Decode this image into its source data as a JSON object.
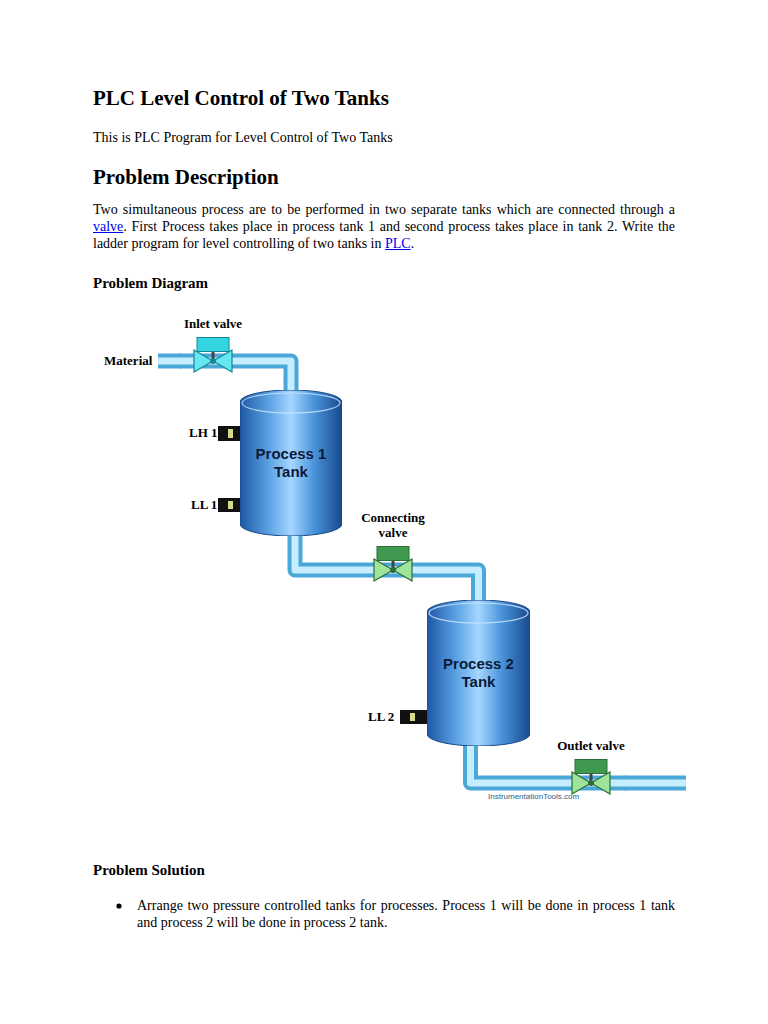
{
  "diagram": {
    "title": "PLC Level Control of Two Tanks",
    "nodes": [
      {
        "text": [
          "Inlet valve"
        ]
      },
      {
        "text": [
          "Process 1 Tank"
        ]
      },
      {
        "text": [
          "Connecting valve"
        ]
      },
      {
        "text": [
          "Process 2 Tank"
        ]
      },
      {
        "text": [
          "Outlet valve"
        ]
      }
    ],
    "edges": [
      {
        "from": 0,
        "to": 1,
        "arrow": "none"
      },
      {
        "from": 1,
        "to": 2,
        "arrow": "none"
      },
      {
        "from": 2,
        "to": 3,
        "arrow": "none"
      },
      {
        "from": 3,
        "to": 4,
        "arrow": "none"
      }
    ],
    "labels": [
      "This is PLC Program for Level Control of Two Tanks",
      "Problem Description",
      "Two simultaneous process are to be performed in two separate tanks which are connected through a ",
      "valve",
      ". First Process takes place in process tank 1 and second process takes place in tank 2. Write the ladder program for level controlling of two tanks in ",
      "PLC",
      ".",
      "Problem Diagram",
      "Material",
      "LH 1",
      "LL 1",
      "InstrumentationTools.com",
      "LL 2",
      "InstrumentationTools.com",
      "InstrumentationTools.com",
      "Problem Solution",
      "Arrange two pressure controlled tanks for processes. Process 1 will be done in process 1 tank and process 2 will be done in process 2 tank."
    ]
  }
}
